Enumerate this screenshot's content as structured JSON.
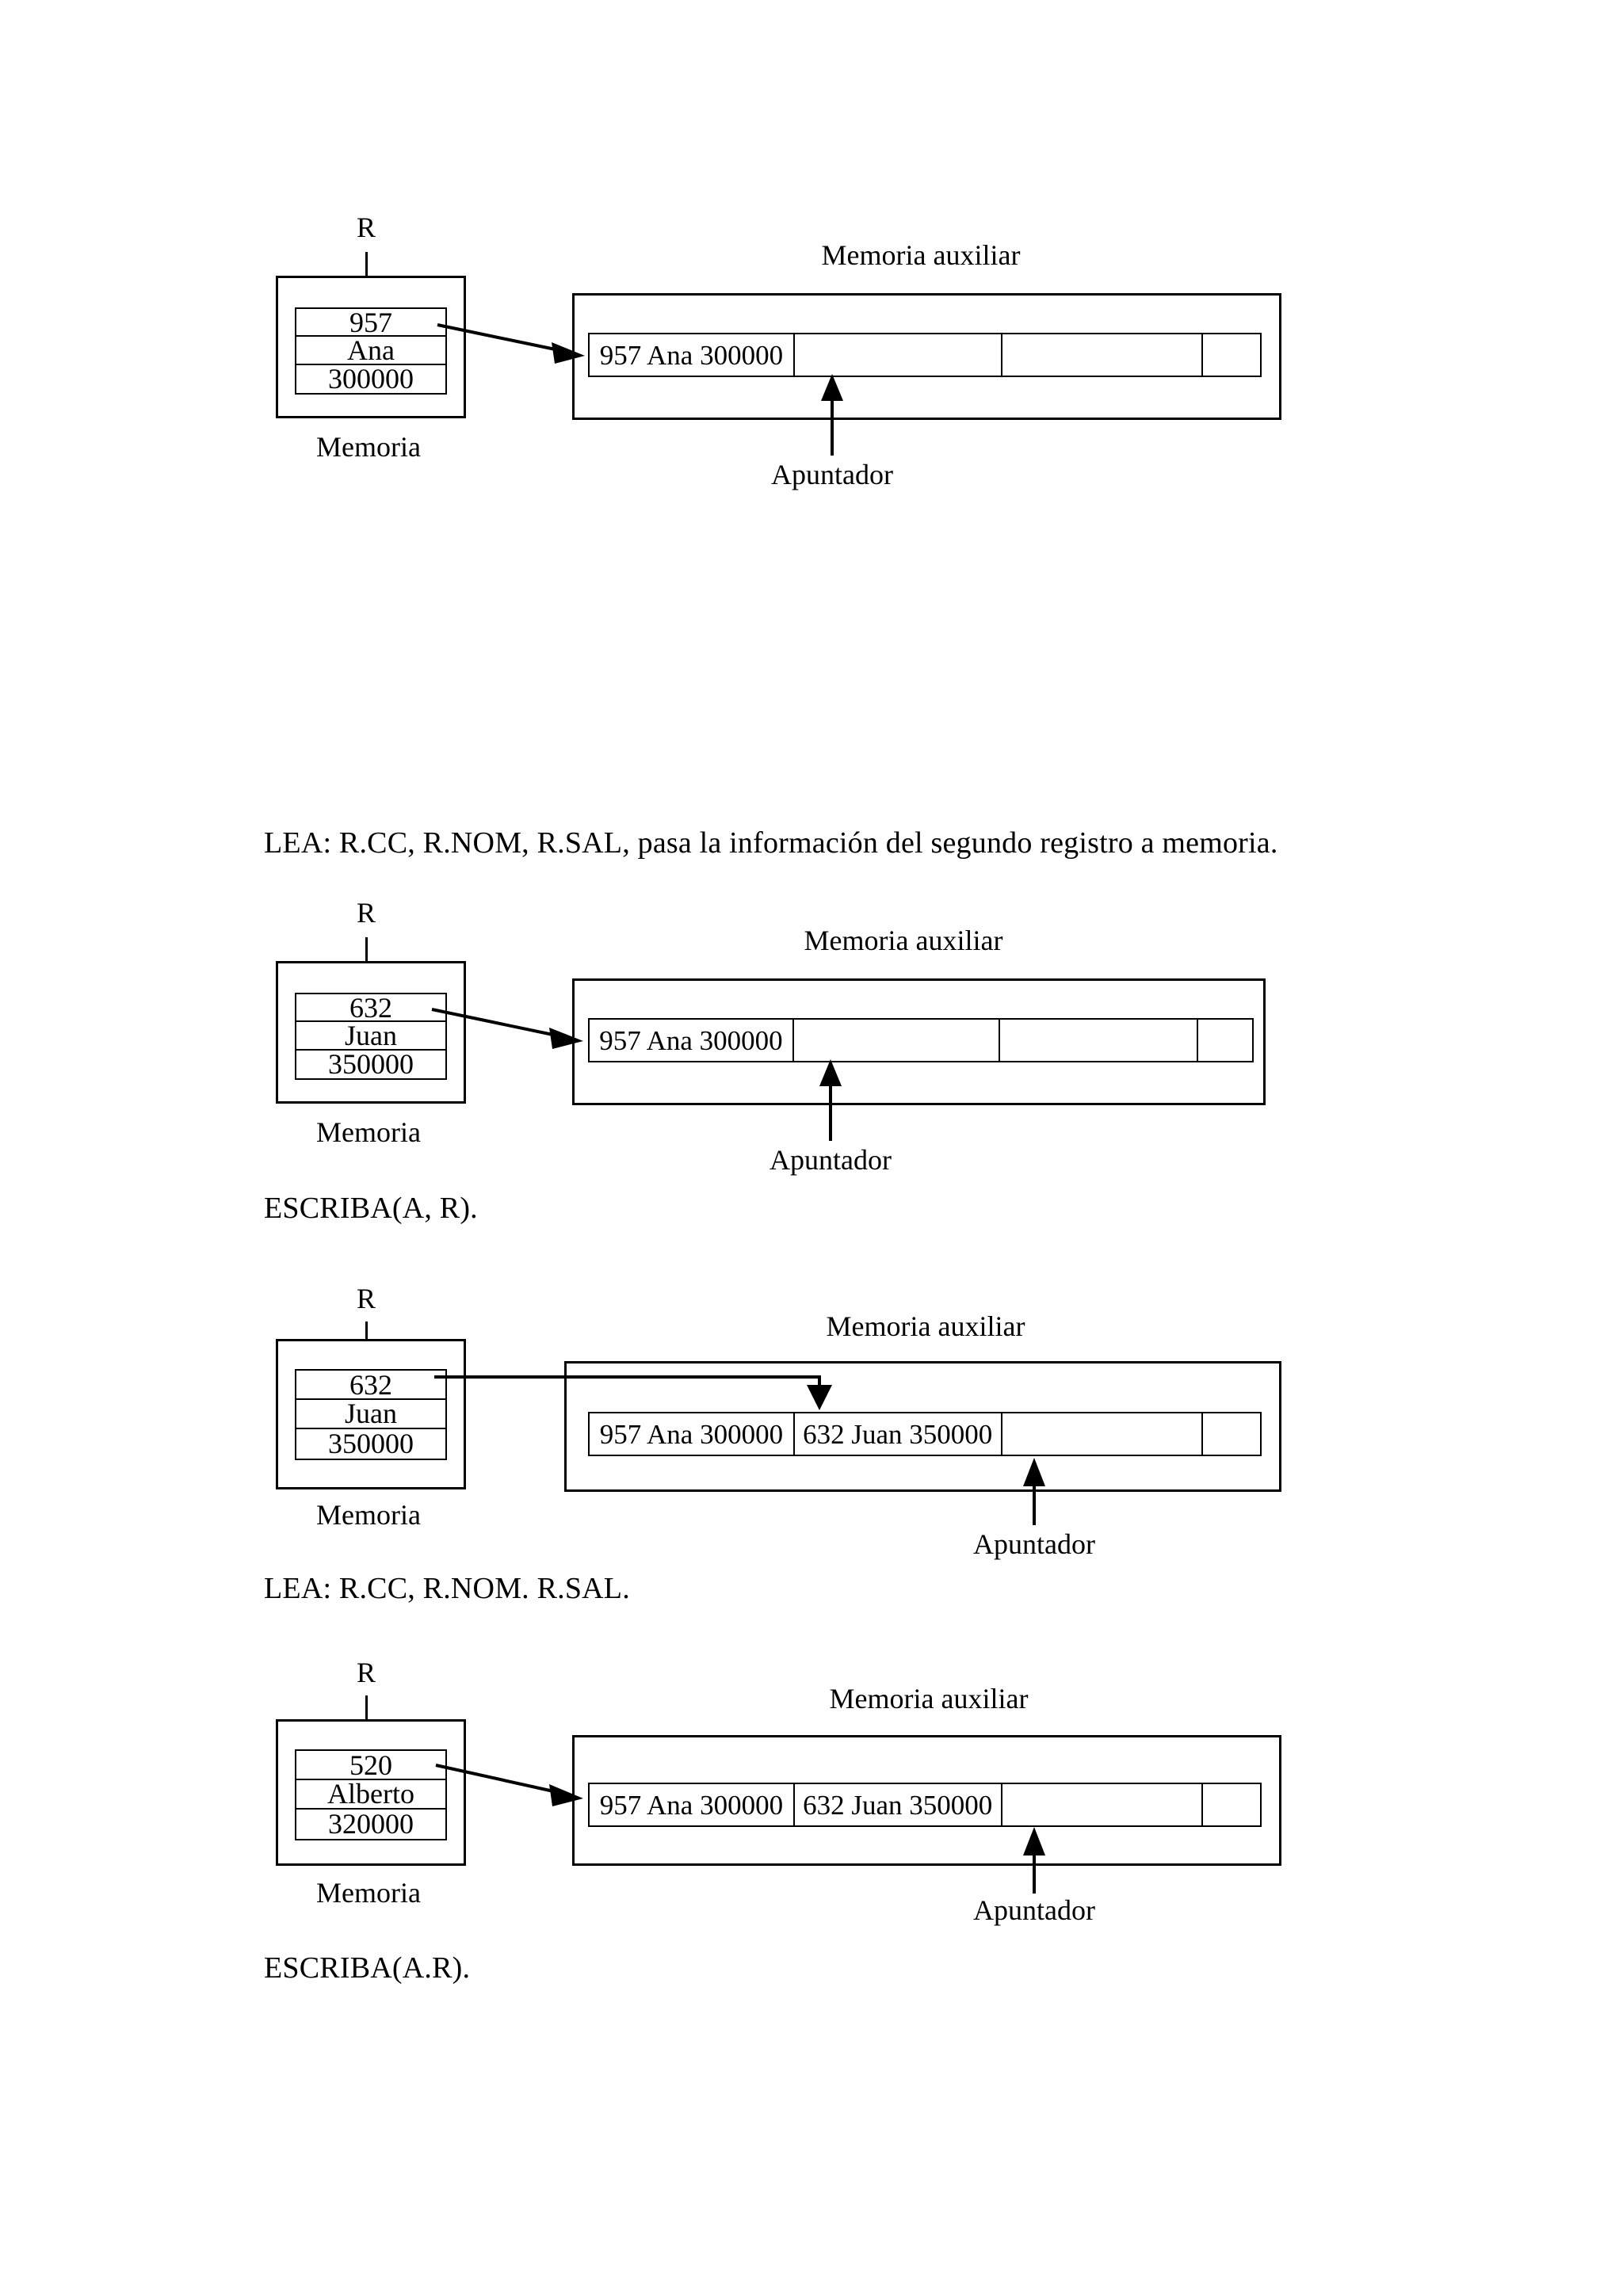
{
  "document": {
    "labels": {
      "register": "R",
      "memoria": "Memoria",
      "memoria_auxiliar": "Memoria auxiliar",
      "apuntador": "Apuntador"
    },
    "captions": [
      {
        "id": "caption-1",
        "text": "LEA: R.CC, R.NOM, R.SAL, pasa la información del segundo registro a memoria."
      },
      {
        "id": "caption-2",
        "text": "ESCRIBA(A, R)."
      },
      {
        "id": "caption-3",
        "text": "LEA: R.CC, R.NOM. R.SAL."
      },
      {
        "id": "caption-4",
        "text": "ESCRIBA(A.R)."
      }
    ],
    "figures": [
      {
        "id": "figure-1",
        "register_label": "R",
        "memoria_label": "Memoria",
        "aux_label": "Memoria auxiliar",
        "pointer_label": "Apuntador",
        "memory_rows": [
          "957",
          "Ana",
          "300000"
        ],
        "tape_cells": [
          "957 Ana 300000",
          "",
          "",
          ""
        ],
        "arrow_style": "diagonal",
        "pointer_target_cell": 1
      },
      {
        "id": "figure-2",
        "register_label": "R",
        "memoria_label": "Memoria",
        "aux_label": "Memoria auxiliar",
        "pointer_label": "Apuntador",
        "memory_rows": [
          "632",
          "Juan",
          "350000"
        ],
        "tape_cells": [
          "957 Ana 300000",
          "",
          "",
          ""
        ],
        "arrow_style": "diagonal",
        "pointer_target_cell": 1
      },
      {
        "id": "figure-3",
        "register_label": "R",
        "memoria_label": "Memoria",
        "aux_label": "Memoria auxiliar",
        "pointer_label": "Apuntador",
        "memory_rows": [
          "632",
          "Juan",
          "350000"
        ],
        "tape_cells": [
          "957 Ana 300000",
          "632 Juan 350000",
          "",
          ""
        ],
        "arrow_style": "elbow",
        "pointer_target_cell": 2
      },
      {
        "id": "figure-4",
        "register_label": "R",
        "memoria_label": "Memoria",
        "aux_label": "Memoria auxiliar",
        "pointer_label": "Apuntador",
        "memory_rows": [
          "520",
          "Alberto",
          "320000"
        ],
        "tape_cells": [
          "957 Ana 300000",
          "632 Juan 350000",
          "",
          ""
        ],
        "arrow_style": "diagonal",
        "pointer_target_cell": 2
      }
    ]
  },
  "colors": {
    "ink": "#000000",
    "paper": "#ffffff"
  }
}
